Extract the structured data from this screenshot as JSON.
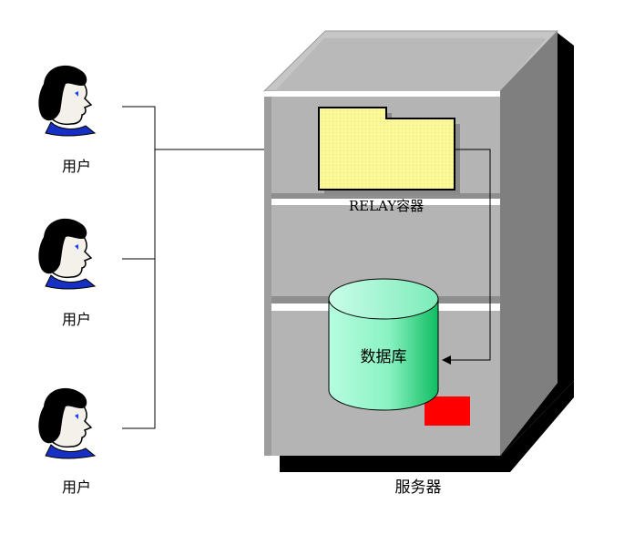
{
  "users": [
    {
      "label": "用户"
    },
    {
      "label": "用户"
    },
    {
      "label": "用户"
    }
  ],
  "server": {
    "label": "服务器",
    "container_label": "RELAY容器",
    "database_label": "数据库"
  },
  "colors": {
    "folder_fill": "#fbf89a",
    "db_fill_light": "#a8fbd8",
    "db_fill_dark": "#12c266",
    "server_front": "#b4b4b4",
    "server_top": "#c8c8c8",
    "server_side": "#7f7f7f",
    "shelf": "#ffffff",
    "indicator": "#ff0000",
    "face_outline": "#000000",
    "hair": "#000000",
    "shirt": "#1730c4",
    "eye": "#1a44ff"
  }
}
